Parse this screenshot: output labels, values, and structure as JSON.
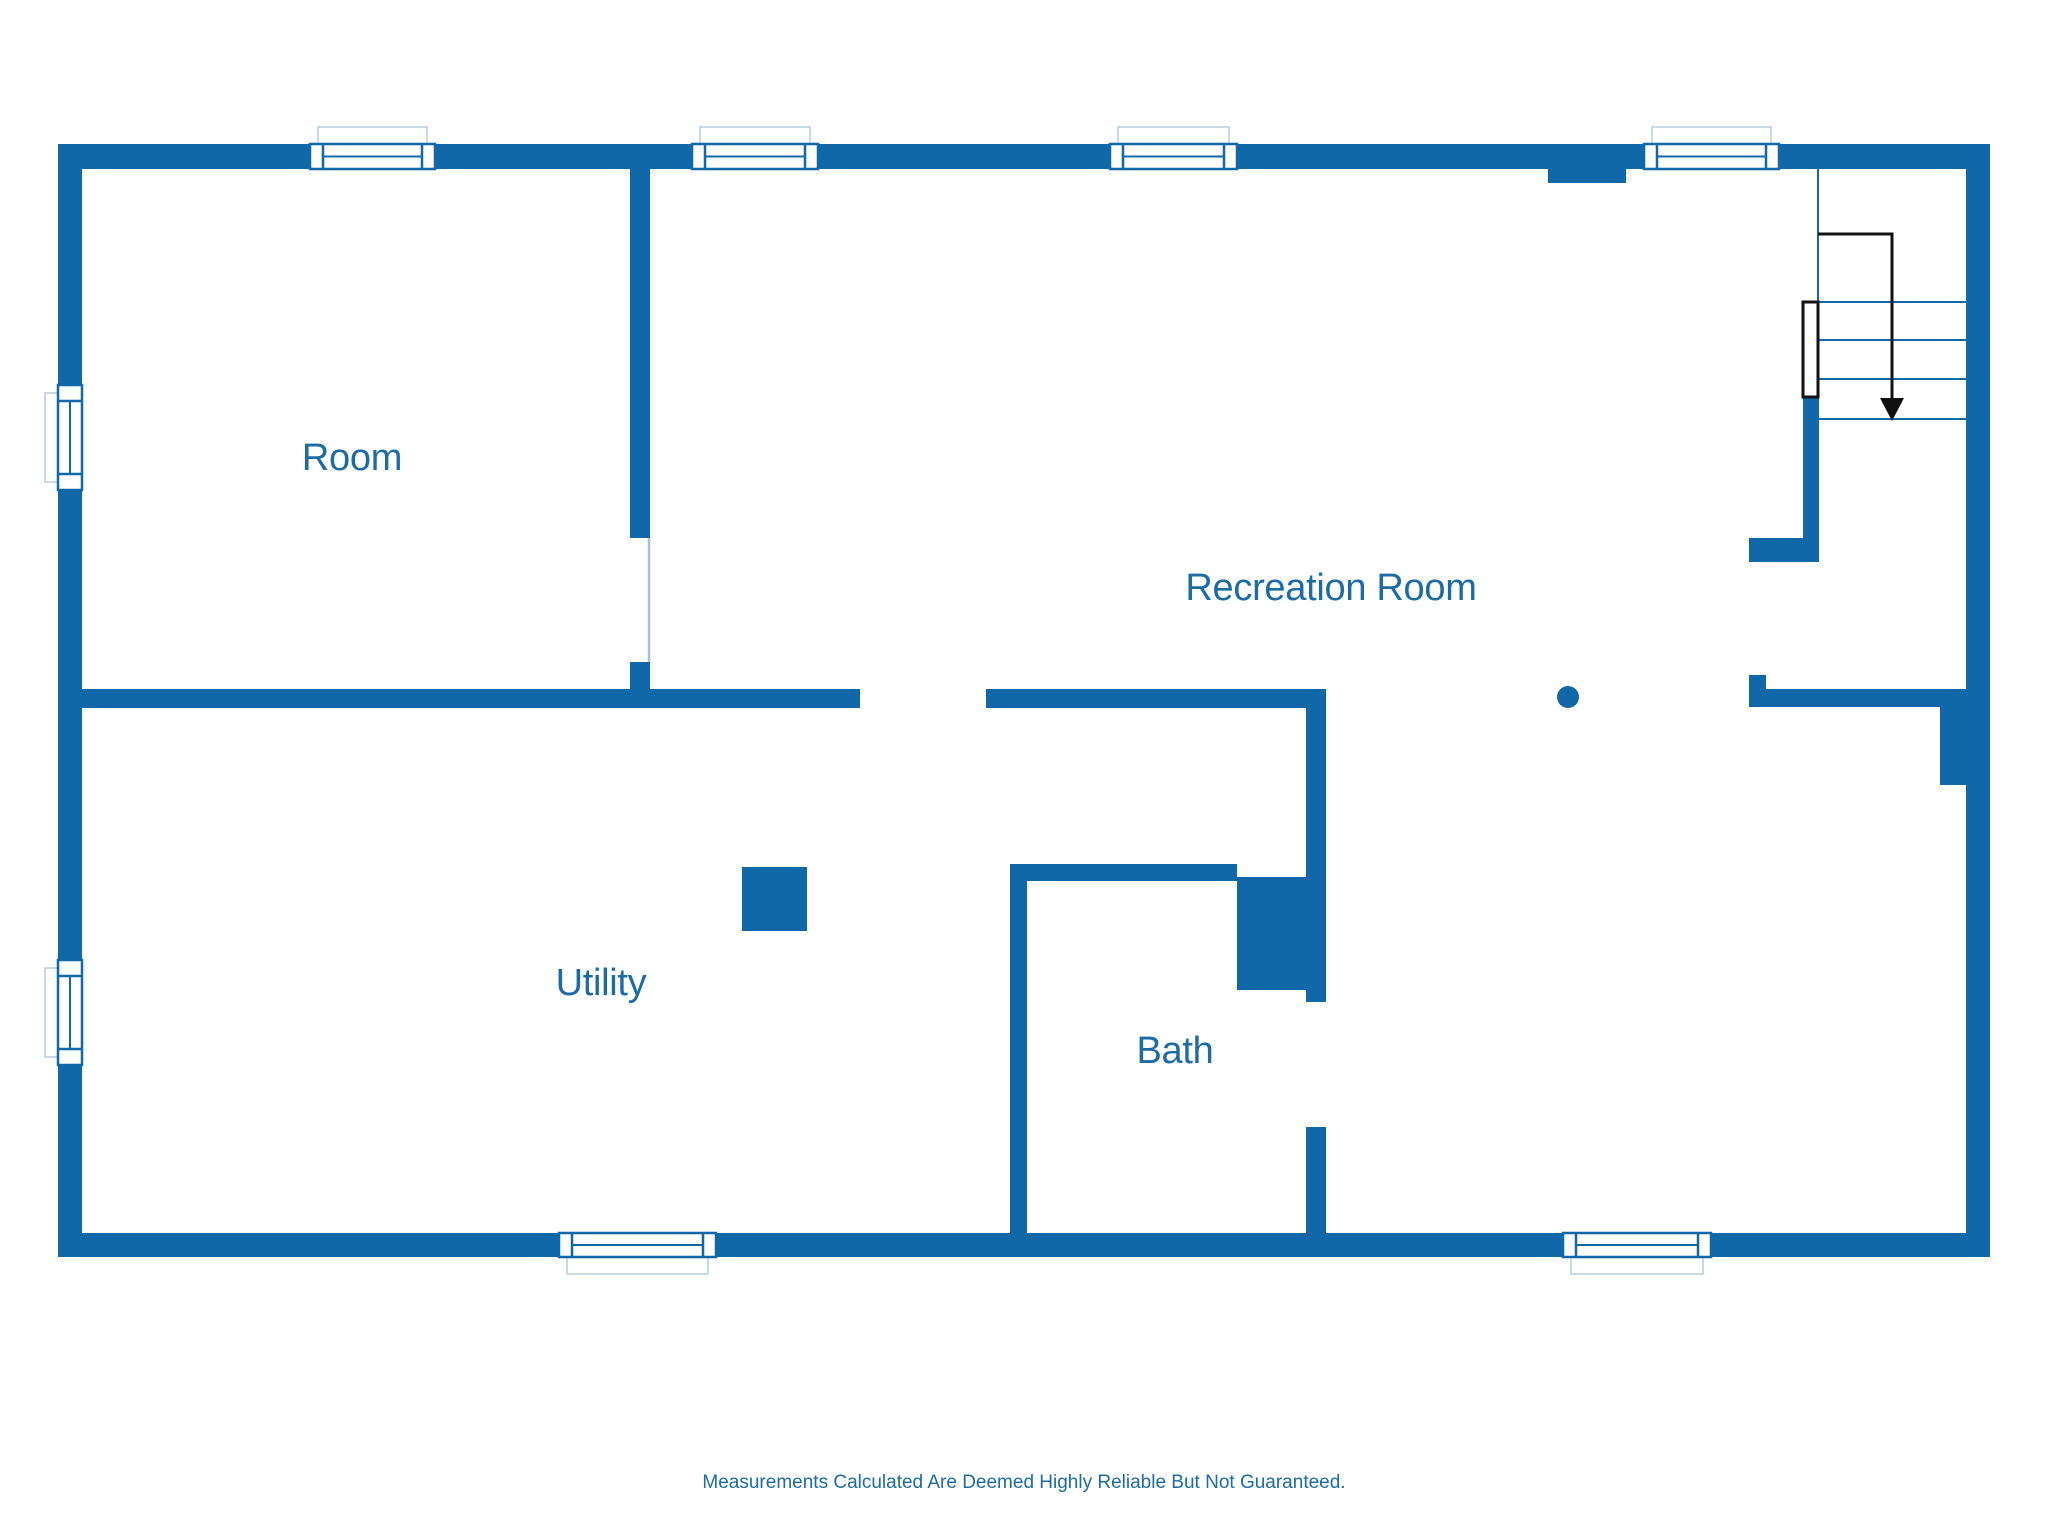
{
  "colors": {
    "wall": "#1168a8",
    "label": "#1c6ba4",
    "sill": "#b7cddd",
    "door": "#a9c0d4",
    "arrow": "#111111"
  },
  "labels": {
    "room": "Room",
    "recreation": "Recreation Room",
    "utility": "Utility",
    "bath": "Bath"
  },
  "icons": {
    "stairs_arrow": "stairs-down-arrow",
    "ceiling_dot": "ceiling-fixture-dot"
  },
  "footer": {
    "disclaimer": "Measurements Calculated Are Deemed Highly Reliable But Not Guaranteed."
  }
}
